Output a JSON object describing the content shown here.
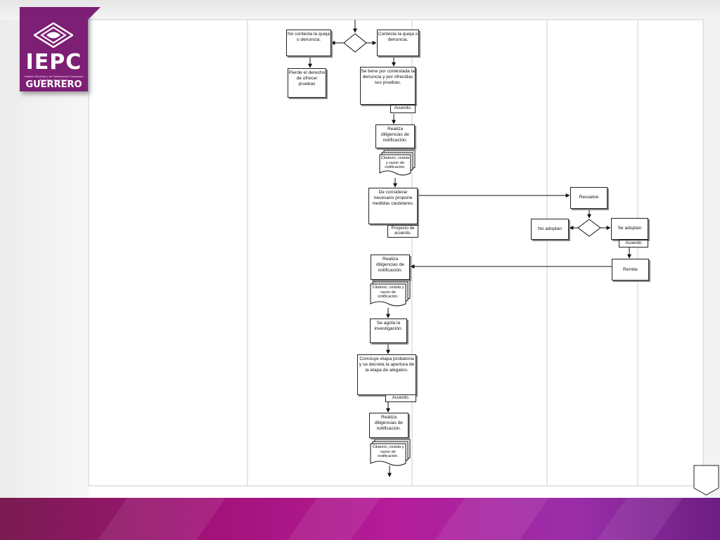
{
  "brand": {
    "name": "IEPC",
    "subtitle": "Instituto Electoral y de Participación Ciudadana del Estado de Guerrero",
    "region": "GUERRERO",
    "color": "#7d1f74"
  },
  "flowchart": {
    "nodes": {
      "no_contesta": "No contesta la queja o denuncia.",
      "contesta": "Contesta la queja o denuncia.",
      "pierde": "Pierde el derecho de ofrecer pruebas",
      "se_tiene": "Se tiene por contestada la denuncia y por ofrecidas sus pruebas.",
      "acuerdo1": "Acuerdo.",
      "realiza1": "Realiza diligencias de notificación.",
      "doc1": "Citatorio, cedula y razon de notificacion.",
      "considerar": "De considerar necesario propone medidas cautelares.",
      "proyecto": "Proyecto de acuerdo.",
      "resuelve": "Resuelve",
      "no_adoptan": "No adoptan",
      "se_adoptan": "Se adoptan",
      "acuerdo2": "Acuerdo",
      "remite": "Remite",
      "realiza2": "Realiza diligencias de notificación.",
      "doc2": "Citatorio, cedula y razon de notificación.",
      "agota": "Se agota la investigación.",
      "concluye": "Concluye etapa probatoria y se decreta la apertura de la etapa de alegatos.",
      "acuerdo3": "Acuerdo.",
      "realiza3": "Realiza diligencias de notificación.",
      "doc3": "Citatorio, cedula y razon de notificación."
    }
  }
}
